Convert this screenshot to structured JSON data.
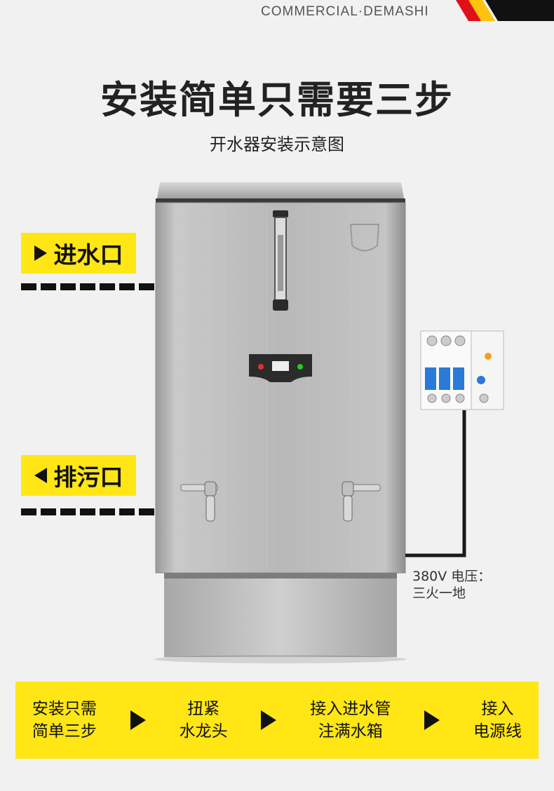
{
  "header": {
    "brand": "COMMERCIAL·DEMASHI"
  },
  "title": "安装简单只需要三步",
  "subtitle": "开水器安装示意图",
  "labels": {
    "inlet": "进水口",
    "drain": "排污口"
  },
  "voltage": {
    "line1": "380V 电压：",
    "line2": "三火一地"
  },
  "steps": [
    {
      "line1": "安装只需",
      "line2": "简单三步"
    },
    {
      "line1": "扭紧",
      "line2": "水龙头"
    },
    {
      "line1": "接入进水管",
      "line2": "注满水箱"
    },
    {
      "line1": "接入",
      "line2": "电源线"
    }
  ],
  "colors": {
    "accent": "#ffe614",
    "dark": "#111111",
    "background": "#f1f1f1"
  },
  "icons": [
    "play-right-icon",
    "play-left-icon",
    "step-arrow-icon"
  ]
}
